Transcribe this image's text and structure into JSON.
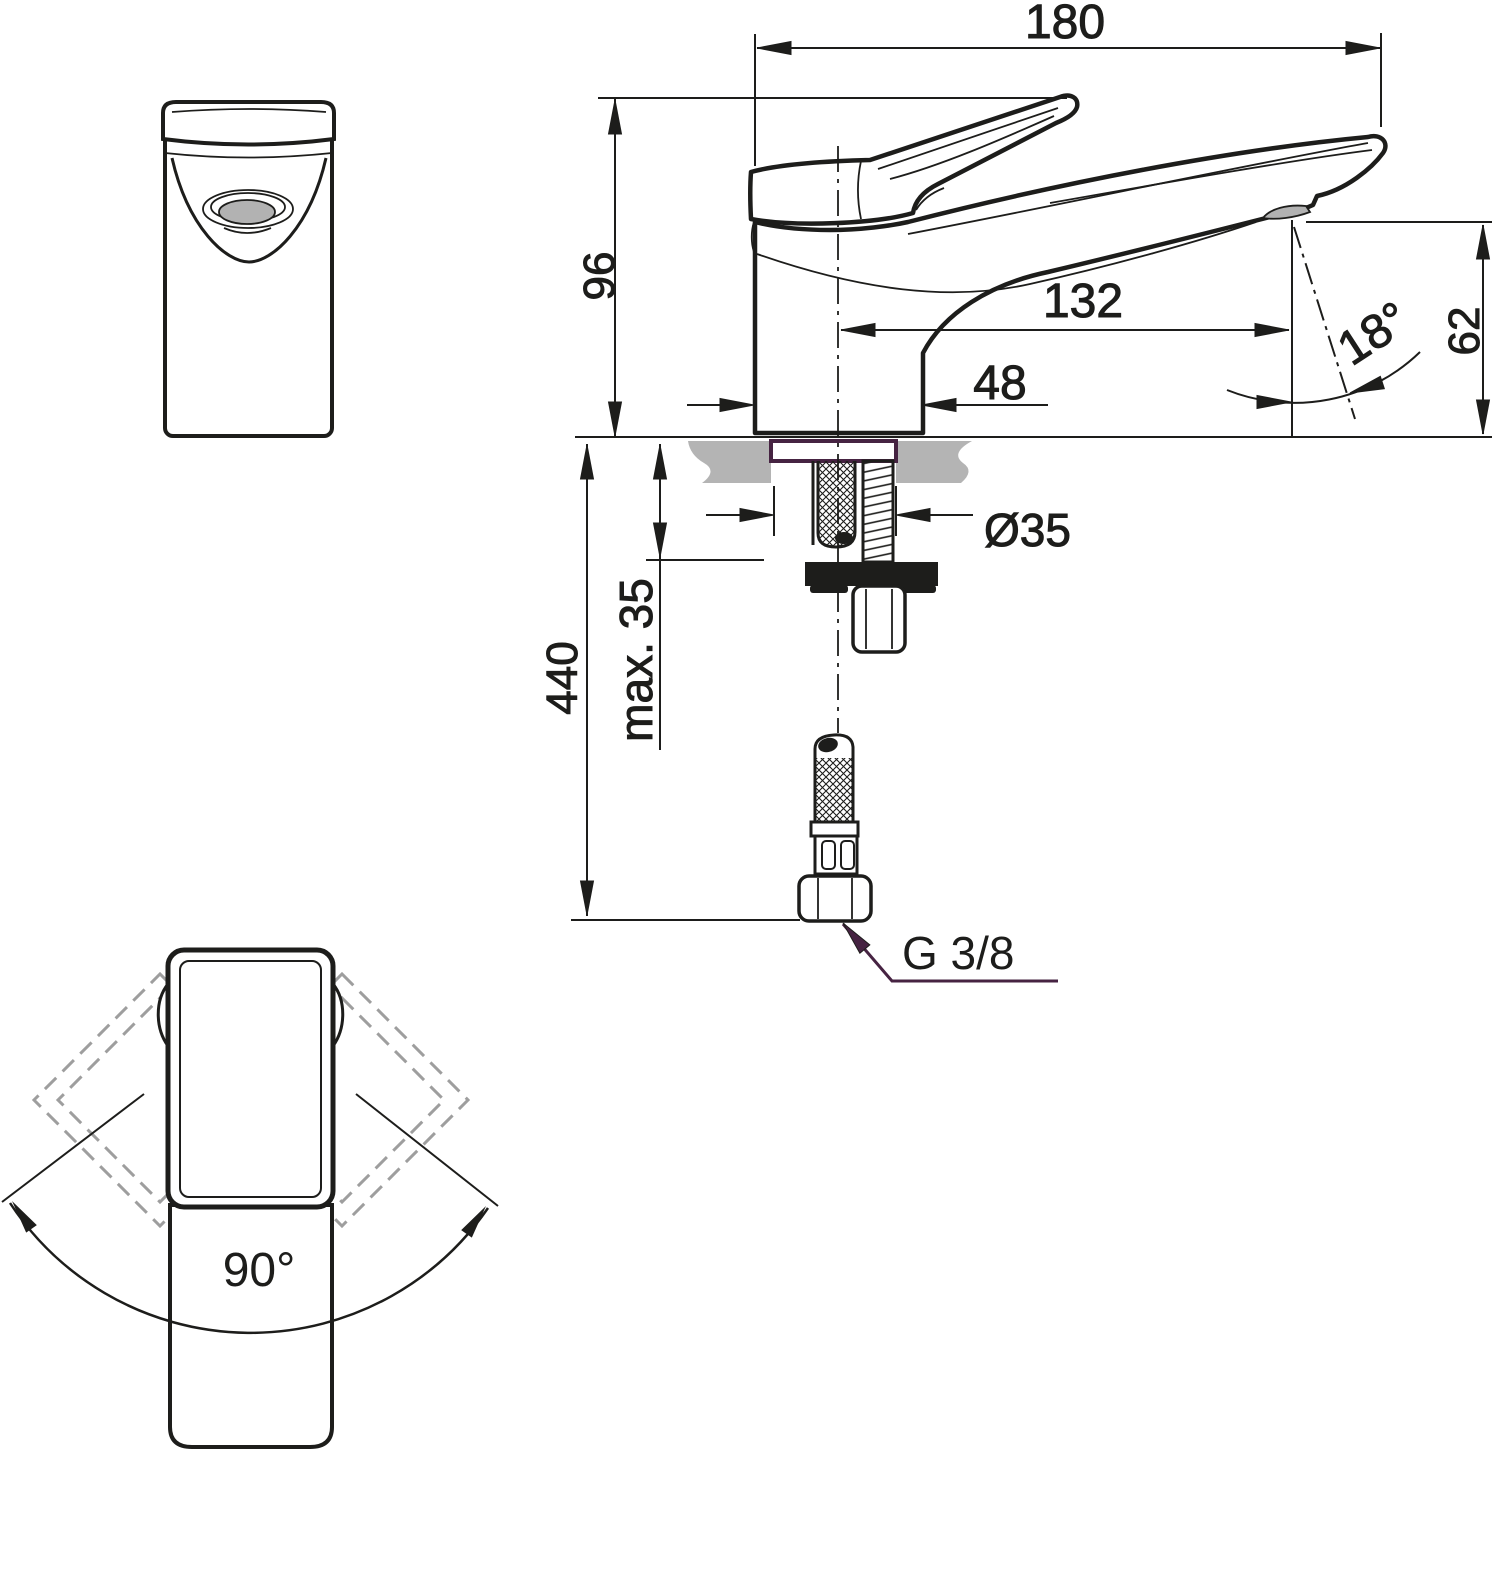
{
  "drawing": {
    "type": "technical installation drawing, single-lever basin mixer faucet",
    "dimensions": {
      "overall_depth": "180",
      "deck_to_handle_height": "96",
      "spout_reach": "132",
      "base_depth": "48",
      "spout_angle": "18°",
      "outlet_height": "62",
      "stud_diameter": "Ø35",
      "max_deck_thickness": "max. 35",
      "hose_length": "440",
      "supply_thread": "G 3/8",
      "swivel_angle": "90°"
    },
    "colors": {
      "line": "#1d1d1b",
      "counter_gray": "#b4b4b4",
      "aerator_gray": "#b2b2b2",
      "accent_purple": "#462342",
      "ghost_dash_gray": "#9e9e9e"
    }
  }
}
